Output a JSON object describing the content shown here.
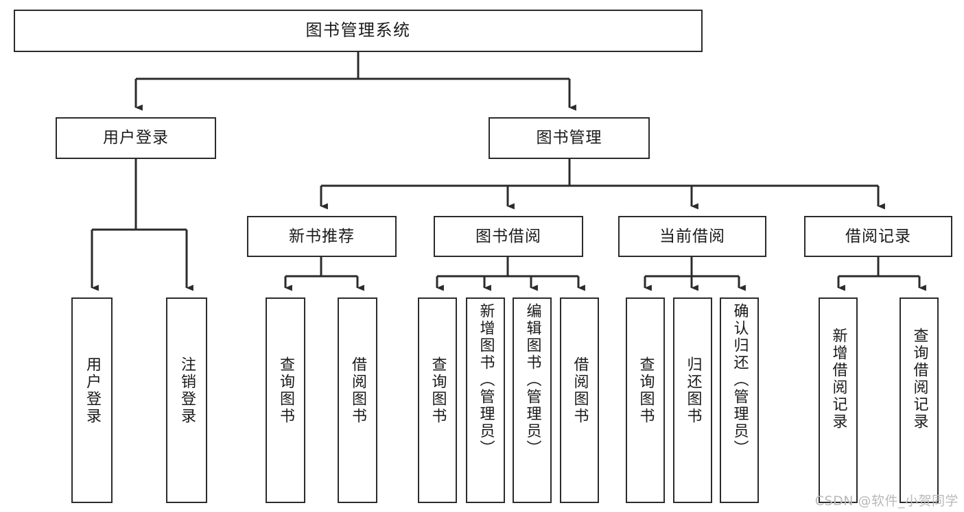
{
  "diagram": {
    "title": "图书管理系统",
    "watermark": "CSDN @软件_小贺同学",
    "line_color": "#2b2b2b",
    "box_fill": "#ffffff",
    "text_color": "#1a1a1a",
    "watermark_color": "#b9b9b9",
    "levels": {
      "root": "图书管理系统",
      "level2": [
        "用户登录",
        "图书管理"
      ],
      "level3": [
        "新书推荐",
        "图书借阅",
        "当前借阅",
        "借阅记录"
      ]
    },
    "nodes": {
      "root": "图书管理系统",
      "user_login": "用户登录",
      "book_manage": "图书管理",
      "new_book_rec": "新书推荐",
      "book_borrow": "图书借阅",
      "current_borrow": "当前借阅",
      "borrow_record": "借阅记录",
      "leaf_user_login": "用户登录",
      "leaf_logout": "注销登录",
      "leaf_query_book_1": "查询图书",
      "leaf_borrow_book_1": "借阅图书",
      "leaf_query_book_2": "查询图书",
      "leaf_add_book": "新增图书（管理员）",
      "leaf_edit_book": "编辑图书（管理员）",
      "leaf_borrow_book_2": "借阅图书",
      "leaf_query_book_3": "查询图书",
      "leaf_return_book": "归还图书",
      "leaf_confirm_return": "确认归还（管理员）",
      "leaf_add_record": "新增借阅记录",
      "leaf_query_record": "查询借阅记录"
    },
    "tree": {
      "name": "图书管理系统",
      "children": [
        {
          "name": "用户登录",
          "children": [
            {
              "name": "用户登录",
              "children": []
            },
            {
              "name": "注销登录",
              "children": []
            }
          ]
        },
        {
          "name": "图书管理",
          "children": [
            {
              "name": "新书推荐",
              "children": [
                {
                  "name": "查询图书",
                  "children": []
                },
                {
                  "name": "借阅图书",
                  "children": []
                }
              ]
            },
            {
              "name": "图书借阅",
              "children": [
                {
                  "name": "查询图书",
                  "children": []
                },
                {
                  "name": "新增图书（管理员）",
                  "children": []
                },
                {
                  "name": "编辑图书（管理员）",
                  "children": []
                },
                {
                  "name": "借阅图书",
                  "children": []
                }
              ]
            },
            {
              "name": "当前借阅",
              "children": [
                {
                  "name": "查询图书",
                  "children": []
                },
                {
                  "name": "归还图书",
                  "children": []
                },
                {
                  "name": "确认归还（管理员）",
                  "children": []
                }
              ]
            },
            {
              "name": "借阅记录",
              "children": [
                {
                  "name": "新增借阅记录",
                  "children": []
                },
                {
                  "name": "查询借阅记录",
                  "children": []
                }
              ]
            }
          ]
        }
      ]
    }
  }
}
